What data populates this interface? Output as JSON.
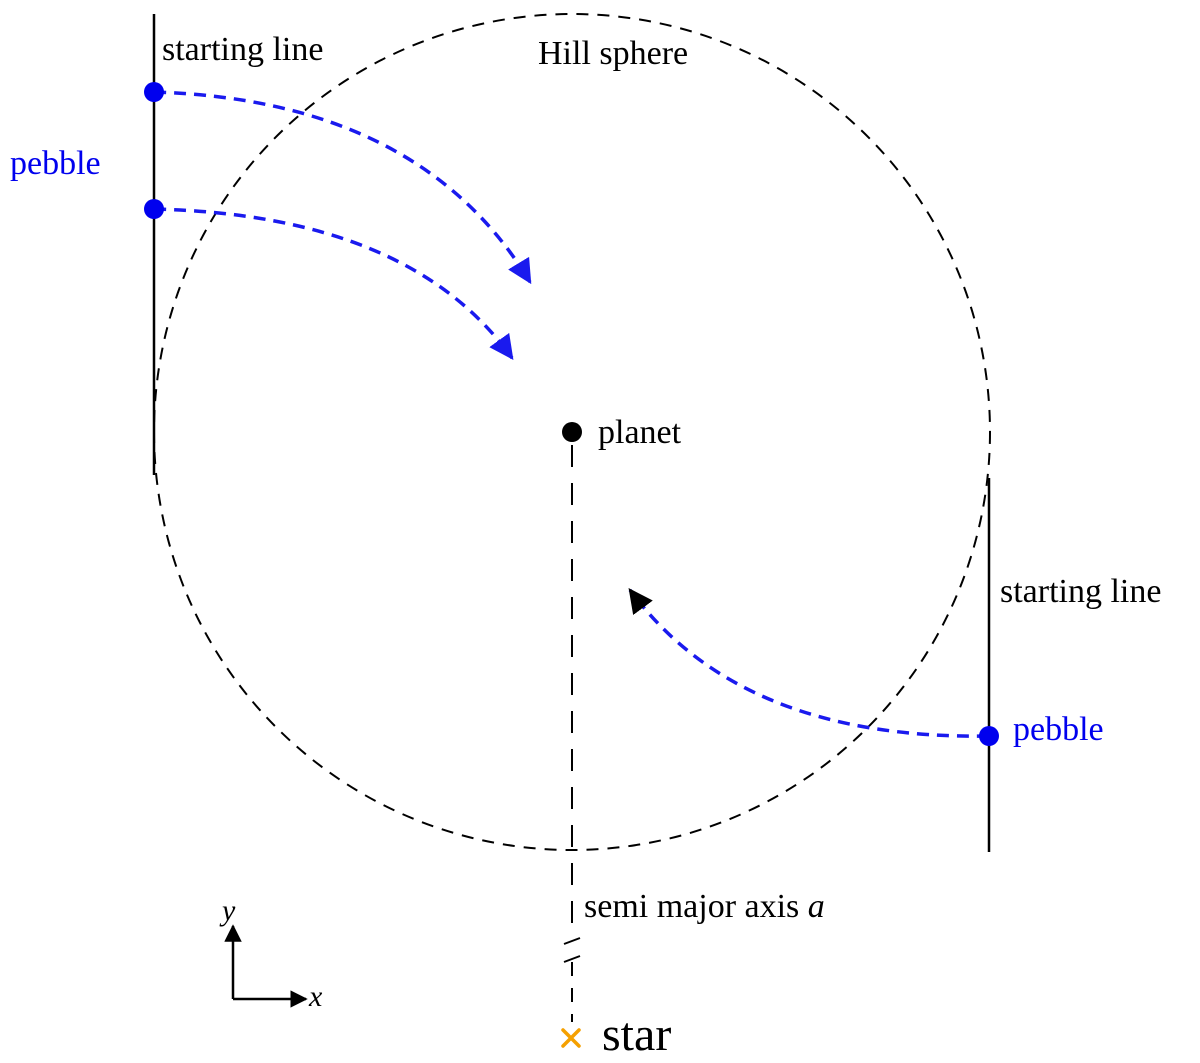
{
  "labels": {
    "starting_line_left": "starting line",
    "starting_line_right": "starting line",
    "hill_sphere": "Hill sphere",
    "pebble_left": "pebble",
    "pebble_right": "pebble",
    "planet": "planet",
    "semi_major_axis_text": "semi major axis ",
    "semi_major_axis_symbol": "a",
    "star": "star",
    "axis_x": "x",
    "axis_y": "y"
  },
  "colors": {
    "pebble": "#0000ee",
    "trajectory": "#1a1aee",
    "line": "#000000",
    "star": "#f5a000"
  }
}
